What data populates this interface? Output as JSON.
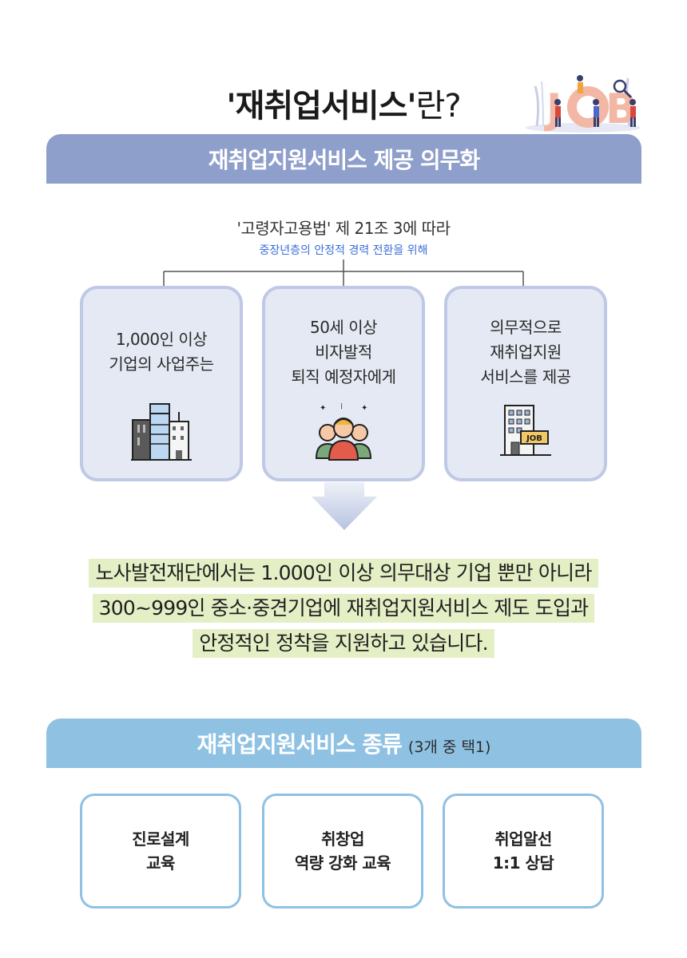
{
  "header": {
    "title_main": "'재취업서비스'",
    "title_suffix": "란?",
    "art_icon": "job-people-illustration"
  },
  "section1": {
    "banner_label": "재취업지원서비스 제공 의무화",
    "law_text": "'고령자고용법' 제 21조 3에 따라",
    "law_subtext": "중장년층의 안정적 경력 전환을 위해",
    "cards": [
      {
        "text": "1,000인 이상\n기업의 사업주는",
        "icon": "buildings-icon"
      },
      {
        "text": "50세 이상\n비자발적\n퇴직 예정자에게",
        "icon": "group-people-icon"
      },
      {
        "text": "의무적으로\n재취업지원\n서비스를 제공",
        "icon": "job-office-icon"
      }
    ],
    "arrow_icon": "down-arrow-icon",
    "highlight_lines": [
      "노사발전재단에서는 1.000인 이상 의무대상 기업 뿐만 아니라",
      "300~999인 중소·중견기업에 재취업지원서비스 제도 도입과",
      "안정적인 정착을 지원하고 있습니다."
    ]
  },
  "section2": {
    "banner_label": "재취업지원서비스 종류",
    "banner_sub": "(3개 중 택1)",
    "services": [
      {
        "text": "진로설계\n교육"
      },
      {
        "text": "취창업\n역량 강화 교육"
      },
      {
        "text": "취업알선\n1:1 상담"
      }
    ]
  },
  "colors": {
    "banner1": "#8f9fcb",
    "banner2": "#8fc1e3",
    "card_bg": "#e4e9f3",
    "card_border": "#bfc8e6",
    "highlight": "#e4efc5",
    "law_sub": "#3a6fd8"
  }
}
